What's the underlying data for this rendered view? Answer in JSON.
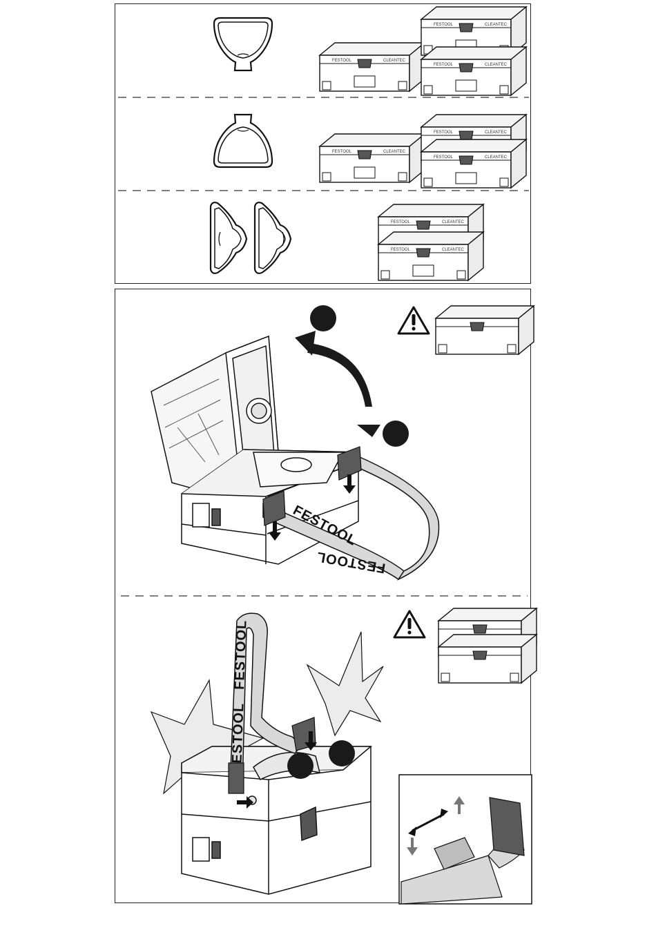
{
  "strap": {
    "brand": "FESTOOL"
  },
  "case_stamps": {
    "brand_mark": "FESTOOL",
    "model_mark": "CLEANTEC"
  },
  "icons": [
    "warning-icon",
    "star-burst-icon",
    "arrow-down-icon",
    "arrow-up-icon",
    "double-arrow-icon",
    "rotate-arrow-icon"
  ],
  "colors": {
    "line": "#1a1a1a",
    "grey_fill": "#d9d9d9",
    "dark_fill": "#5a5a5a",
    "callout": "#1a1a1a"
  }
}
